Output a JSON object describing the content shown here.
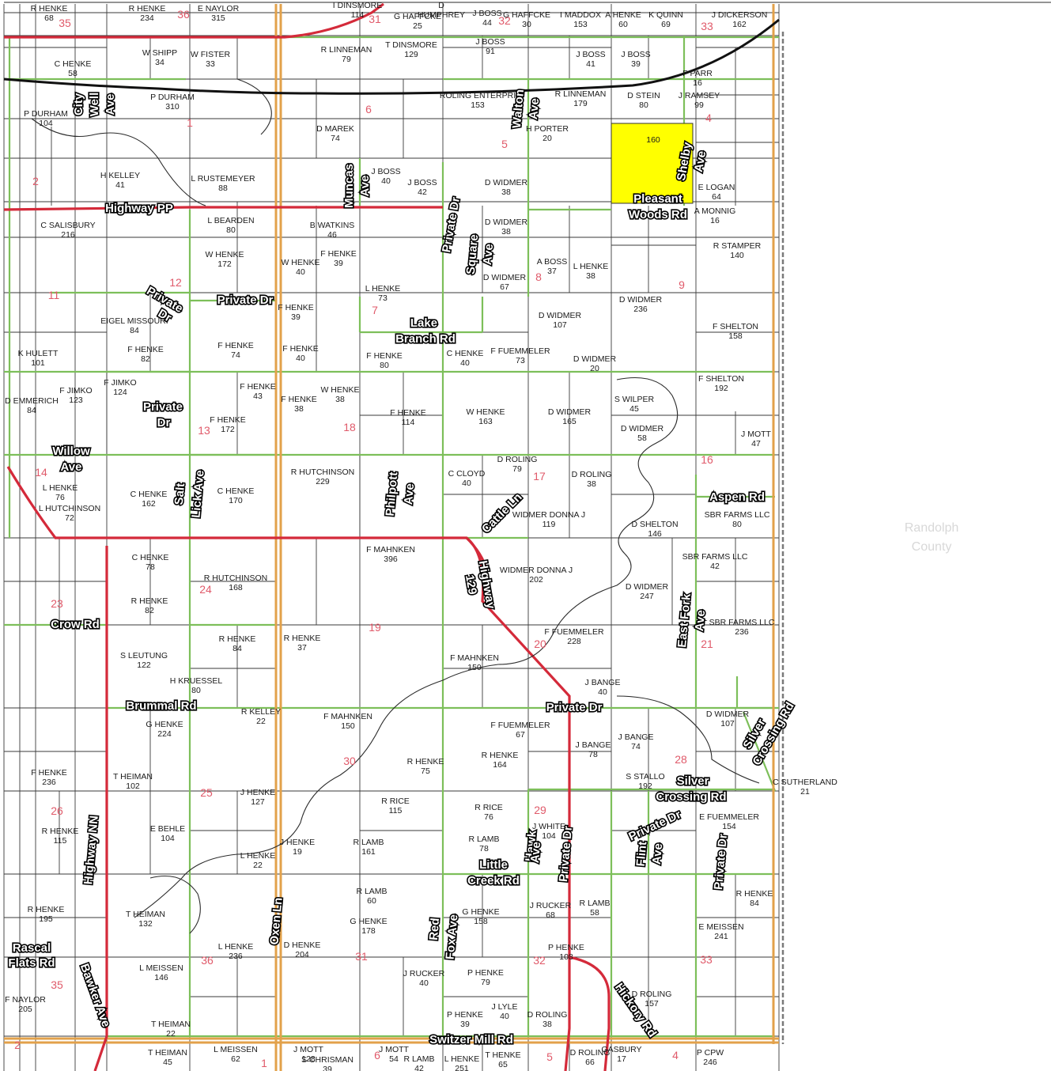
{
  "map": {
    "county_label": [
      "Randolph",
      "County"
    ],
    "highlight_parcel": {
      "label": "160",
      "color": "#ffff00"
    },
    "colors": {
      "road_major": "#d42a3a",
      "road_local": "#7dbf5a",
      "township_border": "#e2a14a",
      "county_line": "#7a7a7a",
      "parcel_line": "#3a3a3a",
      "section_number": "#e05a6a"
    }
  },
  "roads": [
    {
      "name": "Highway PP"
    },
    {
      "name": "Pleasant"
    },
    {
      "name": "Woods Rd"
    },
    {
      "name": "Muncas"
    },
    {
      "name": "Ave"
    },
    {
      "name": "Shelby"
    },
    {
      "name": "Ave"
    },
    {
      "name": "Walton"
    },
    {
      "name": "Ave"
    },
    {
      "name": "City"
    },
    {
      "name": "Well"
    },
    {
      "name": "Ave"
    },
    {
      "name": "Private Dr"
    },
    {
      "name": "Square"
    },
    {
      "name": "Ave"
    },
    {
      "name": "Lake"
    },
    {
      "name": "Branch Rd"
    },
    {
      "name": "Private Dr"
    },
    {
      "name": "Private"
    },
    {
      "name": "Dr"
    },
    {
      "name": "Private"
    },
    {
      "name": "Dr"
    },
    {
      "name": "Willow"
    },
    {
      "name": "Ave"
    },
    {
      "name": "Salt"
    },
    {
      "name": "Lick Ave"
    },
    {
      "name": "Philpott"
    },
    {
      "name": "Ave"
    },
    {
      "name": "Cattle Ln"
    },
    {
      "name": "Aspen Rd"
    },
    {
      "name": "Highway"
    },
    {
      "name": "129"
    },
    {
      "name": "East Fork"
    },
    {
      "name": "Ave"
    },
    {
      "name": "Crow Rd"
    },
    {
      "name": "Brummal Rd"
    },
    {
      "name": "Private Dr"
    },
    {
      "name": "Silver"
    },
    {
      "name": "Crossing Rd"
    },
    {
      "name": "Silver"
    },
    {
      "name": "Crossing Rd"
    },
    {
      "name": "Highway NN"
    },
    {
      "name": "Private Dr"
    },
    {
      "name": "Flint"
    },
    {
      "name": "Ave"
    },
    {
      "name": "Hawk"
    },
    {
      "name": "Ave"
    },
    {
      "name": "Private Dr"
    },
    {
      "name": "Little"
    },
    {
      "name": "Creek Rd"
    },
    {
      "name": "Private Dr"
    },
    {
      "name": "Oxen Ln"
    },
    {
      "name": "Red"
    },
    {
      "name": "Fox Ave"
    },
    {
      "name": "Rascal"
    },
    {
      "name": "Flats Rd"
    },
    {
      "name": "Bawker Ave"
    },
    {
      "name": "Switzer Mill Rd"
    },
    {
      "name": "Hickory Rd"
    }
  ],
  "sections": [
    "35",
    "36",
    "31",
    "32",
    "33",
    "1",
    "6",
    "5",
    "4",
    "2",
    "12",
    "7",
    "8",
    "9",
    "11",
    "13",
    "18",
    "17",
    "16",
    "14",
    "24",
    "19",
    "20",
    "21",
    "23",
    "25",
    "30",
    "29",
    "28",
    "26",
    "36",
    "31",
    "32",
    "33",
    "35",
    "2",
    "1",
    "6",
    "5",
    "4"
  ],
  "owners": [
    "R HENKE 68",
    "R HENKE 234",
    "E NAYLOR 315",
    "I DINSMORE 114",
    "D HUMPHREY",
    "G HAFFCKE 25",
    "J BOSS 44",
    "G HAFFCKE 30",
    "I MADDOX 153",
    "A HENKE 60",
    "K QUINN 69",
    "J DICKERSON 162",
    "C HENKE 58",
    "W SHIPP 34",
    "W FISTER 33",
    "R LINNEMAN 79",
    "T DINSMORE 129",
    "J BOSS 91",
    "J BOSS 41",
    "J BOSS 39",
    "F PARR 16",
    "P DURHAM 310",
    "P DURHAM 104",
    "R LINNEMAN 179",
    "D STEIN 80",
    "J RAMSEY 99",
    "ROLING ENTERPRI 153",
    "D MAREK 74",
    "H PORTER 20",
    "H KELLEY 41",
    "L RUSTEMEYER 88",
    "J BOSS 40",
    "J BOSS 42",
    "D WIDMER 38",
    "E LOGAN 64",
    "C SALISBURY 216",
    "L BEARDEN 80",
    "B WATKINS 46",
    "D WIDMER 38",
    "A MONNIG 16",
    "W HENKE 172",
    "F HENKE 39",
    "W HENKE 40",
    "R STAMPER 140",
    "L HENKE 73",
    "A BOSS 37",
    "L HENKE 38",
    "D WIDMER 67",
    "EIGEL MISSOURI 84",
    "F HENKE 39",
    "D WIDMER 107",
    "D WIDMER 236",
    "F SHELTON 158",
    "K HULETT 101",
    "F HENKE 82",
    "F HENKE 74",
    "F HENKE 40",
    "F HENKE 80",
    "C HENKE 40",
    "F FUEMMELER 73",
    "D WIDMER 20",
    "F SHELTON 192",
    "F JIMKO 123",
    "D EMMERICH 84",
    "F JIMKO 124",
    "F HENKE 43",
    "F HENKE 38",
    "W HENKE 38",
    "F HENKE 114",
    "W HENKE 163",
    "D WIDMER 165",
    "S WILPER 45",
    "D WIDMER 58",
    "F HENKE 172",
    "J MOTT 47",
    "L HENKE 76",
    "C HENKE 162",
    "C HENKE 170",
    "R HUTCHINSON 229",
    "C CLOYD 40",
    "D ROLING 79",
    "D ROLING 38",
    "L HUTCHINSON 72",
    "WIDMER DONNA J 119",
    "D SHELTON 146",
    "SBR FARMS LLC 80",
    "C HENKE 78",
    "R HUTCHINSON 168",
    "F MAHNKEN 396",
    "WIDMER DONNA J 202",
    "SBR FARMS LLC 42",
    "D WIDMER 247",
    "R HENKE 82",
    "SBR FARMS LLC 236",
    "R HENKE 84",
    "R HENKE 37",
    "F FUEMMELER 228",
    "S LEUTUNG 122",
    "F MAHNKEN 150",
    "H KRUESSEL 80",
    "J BANGE 40",
    "R KELLEY 22",
    "G HENKE 224",
    "F MAHNKEN 150",
    "F FUEMMELER 67",
    "D WIDMER 107",
    "J BANGE 74",
    "J BANGE 78",
    "R HENKE 164",
    "R HENKE 75",
    "F HENKE 236",
    "T HEIMAN 102",
    "S STALLO 192",
    "C SUTHERLAND 21",
    "J HENKE 127",
    "R RICE 115",
    "R RICE 76",
    "J WHITE 104",
    "E FUEMMELER 154",
    "E BEHLE 104",
    "R HENKE 115",
    "R LAMB 161",
    "R LAMB 78",
    "J HENKE 19",
    "L HENKE 22",
    "R HENKE 84",
    "R HENKE 195",
    "T HEIMAN 132",
    "R LAMB 60",
    "G HENKE 178",
    "G HENKE 158",
    "J RUCKER 68",
    "R LAMB 58",
    "E MEISSEN 241",
    "L HENKE 236",
    "D HENKE 204",
    "P HENKE 108",
    "L MEISSEN 146",
    "J RUCKER 40",
    "P HENKE 79",
    "D ROLING 157",
    "F NAYLOR 205",
    "P HENKE 39",
    "J LYLE 40",
    "D ROLING 38",
    "T HEIMAN 22",
    "T HEIMAN 45",
    "L MEISSEN 62",
    "J MOTT 128",
    "S CHRISMAN 39",
    "J MOTT 54",
    "R LAMB 42",
    "L HENKE 251",
    "T HENKE 65",
    "D ROLING 66",
    "P CPW 246",
    "GASBURY 17"
  ]
}
